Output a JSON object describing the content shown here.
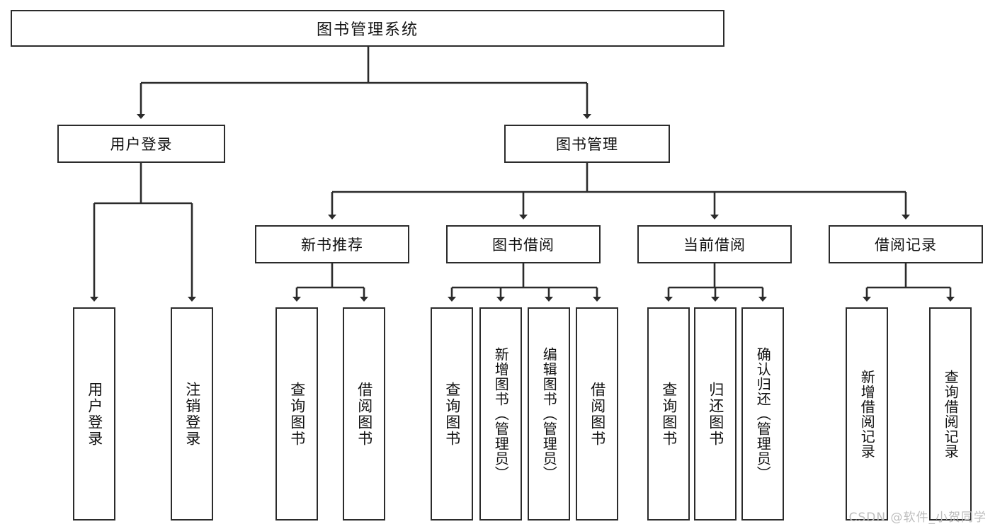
{
  "diagram": {
    "title": "图书管理系统",
    "type": "tree",
    "root": {
      "label": "图书管理系统"
    },
    "level1": [
      {
        "label": "用户登录"
      },
      {
        "label": "图书管理"
      }
    ],
    "level2": [
      {
        "label": "新书推荐"
      },
      {
        "label": "图书借阅"
      },
      {
        "label": "当前借阅"
      },
      {
        "label": "借阅记录"
      }
    ],
    "leaves": {
      "user_login": [
        {
          "label": "用户登录"
        },
        {
          "label": "注销登录"
        }
      ],
      "new_book_recommend": [
        {
          "label": "查询图书"
        },
        {
          "label": "借阅图书"
        }
      ],
      "book_borrow": [
        {
          "label": "查询图书"
        },
        {
          "label": "新增图书（管理员）"
        },
        {
          "label": "编辑图书（管理员）"
        },
        {
          "label": "借阅图书"
        }
      ],
      "current_borrow": [
        {
          "label": "查询图书"
        },
        {
          "label": "归还图书"
        },
        {
          "label": "确认归还（管理员）"
        }
      ],
      "borrow_record": [
        {
          "label": "新增借阅记录"
        },
        {
          "label": "查询借阅记录"
        }
      ]
    }
  },
  "watermark": {
    "text": "CSDN @软件_小贺同学"
  },
  "colors": {
    "stroke": "#2b2b2b",
    "background": "#ffffff",
    "text": "#111111",
    "watermark": "#bdbdbd"
  }
}
